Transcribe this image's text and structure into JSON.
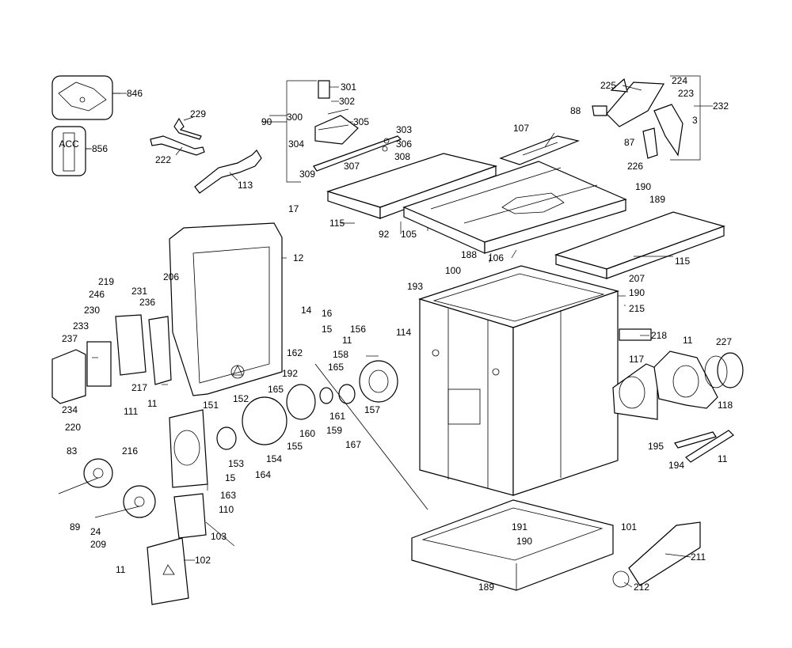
{
  "diagram": {
    "labels": {
      "l846": "846",
      "l856": "856",
      "l229": "229",
      "l222": "222",
      "l113": "113",
      "l301": "301",
      "l302": "302",
      "l300": "300",
      "l305": "305",
      "l90": "90",
      "l304": "304",
      "l303": "303",
      "l306": "306",
      "l308": "308",
      "l309": "309",
      "l307": "307",
      "l225": "225",
      "l224": "224",
      "l223": "223",
      "l232": "232",
      "l88": "88",
      "l3": "3",
      "l87": "87",
      "l226": "226",
      "l107": "107",
      "l190a": "190",
      "l189a": "189",
      "l17": "17",
      "l12": "12",
      "l115a": "115",
      "l92": "92",
      "l105": "105",
      "l106": "106",
      "l115b": "115",
      "l188": "188",
      "l100": "100",
      "l207": "207",
      "l190b": "190",
      "l215": "215",
      "l193": "193",
      "l114": "114",
      "l218": "218",
      "l11a": "11",
      "l227": "227",
      "l117": "117",
      "l118": "118",
      "l219": "219",
      "l206": "206",
      "l231": "231",
      "l246": "246",
      "l236": "236",
      "l230": "230",
      "l233": "233",
      "l237": "237",
      "l234": "234",
      "l217": "217",
      "l220": "220",
      "l14": "14",
      "l16": "16",
      "l15a": "15",
      "l156": "156",
      "l11b": "11",
      "l162": "162",
      "l158": "158",
      "l165a": "165",
      "l192": "192",
      "l165b": "165",
      "l161": "161",
      "l157": "157",
      "l160": "160",
      "l159": "159",
      "l155": "155",
      "l167": "167",
      "l152": "152",
      "l151": "151",
      "l111": "111",
      "l11c": "11",
      "l153": "153",
      "l154": "154",
      "l164": "164",
      "l15b": "15",
      "l163": "163",
      "l216": "216",
      "l83": "83",
      "l110": "110",
      "l89": "89",
      "l24": "24",
      "l209": "209",
      "l103": "103",
      "l102": "102",
      "l11d": "11",
      "l195": "195",
      "l194": "194",
      "l11e": "11",
      "l191": "191",
      "l190c": "190",
      "l101": "101",
      "l211": "211",
      "l212": "212",
      "l189b": "189",
      "acc_text": "ACC"
    }
  }
}
